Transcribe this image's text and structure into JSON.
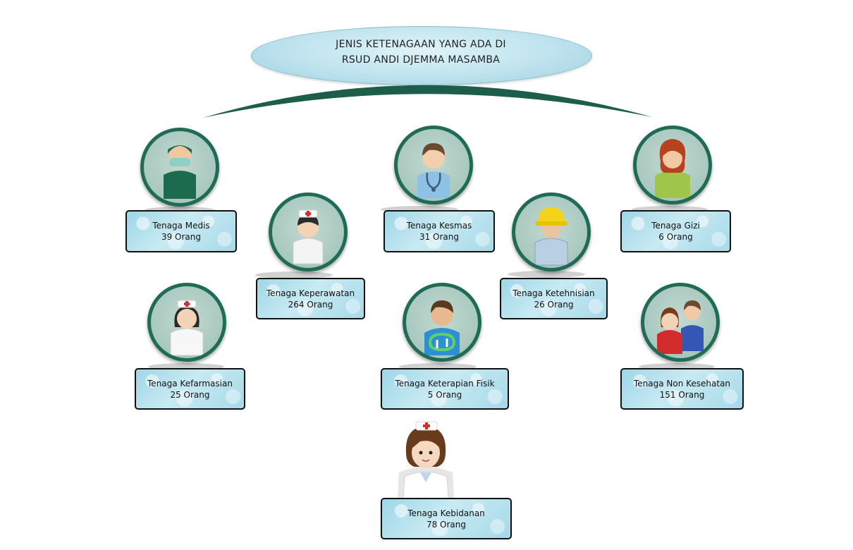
{
  "title": {
    "line1": "JENIS KETENAGAAN YANG ADA DI",
    "line2": "RSUD ANDI DJEMMA MASAMBA"
  },
  "nodes": [
    {
      "id": "medis",
      "name": "Tenaga Medis",
      "count": "39 Orang",
      "icon": "surgeon-icon"
    },
    {
      "id": "keperawatan",
      "name": "Tenaga Keperawatan",
      "count": "264 Orang",
      "icon": "nurse-icon"
    },
    {
      "id": "kesmas",
      "name": "Tenaga Kesmas",
      "count": "31 Orang",
      "icon": "doctor-stethoscope-icon"
    },
    {
      "id": "ketehnisian",
      "name": "Tenaga Ketehnisian",
      "count": "26 Orang",
      "icon": "technician-hardhat-icon"
    },
    {
      "id": "gizi",
      "name": "Tenaga Gizi",
      "count": "6 Orang",
      "icon": "nutritionist-icon"
    },
    {
      "id": "kefarmasian",
      "name": "Tenaga Kefarmasian",
      "count": "25 Orang",
      "icon": "pharmacist-icon"
    },
    {
      "id": "keterapian",
      "name": "Tenaga Keterapian Fisik",
      "count": "5 Orang",
      "icon": "physiotherapist-icon"
    },
    {
      "id": "nonkesehatan",
      "name": "Tenaga Non Kesehatan",
      "count": "151 Orang",
      "icon": "staff-group-icon"
    },
    {
      "id": "kebidanan",
      "name": "Tenaga Kebidanan",
      "count": "78 Orang",
      "icon": "midwife-icon"
    }
  ],
  "colors": {
    "ring": "#1f6b55",
    "arc": "#1d5e4b",
    "label_fill": "#b4e0ec",
    "title_fill": "#bfe3ee"
  }
}
